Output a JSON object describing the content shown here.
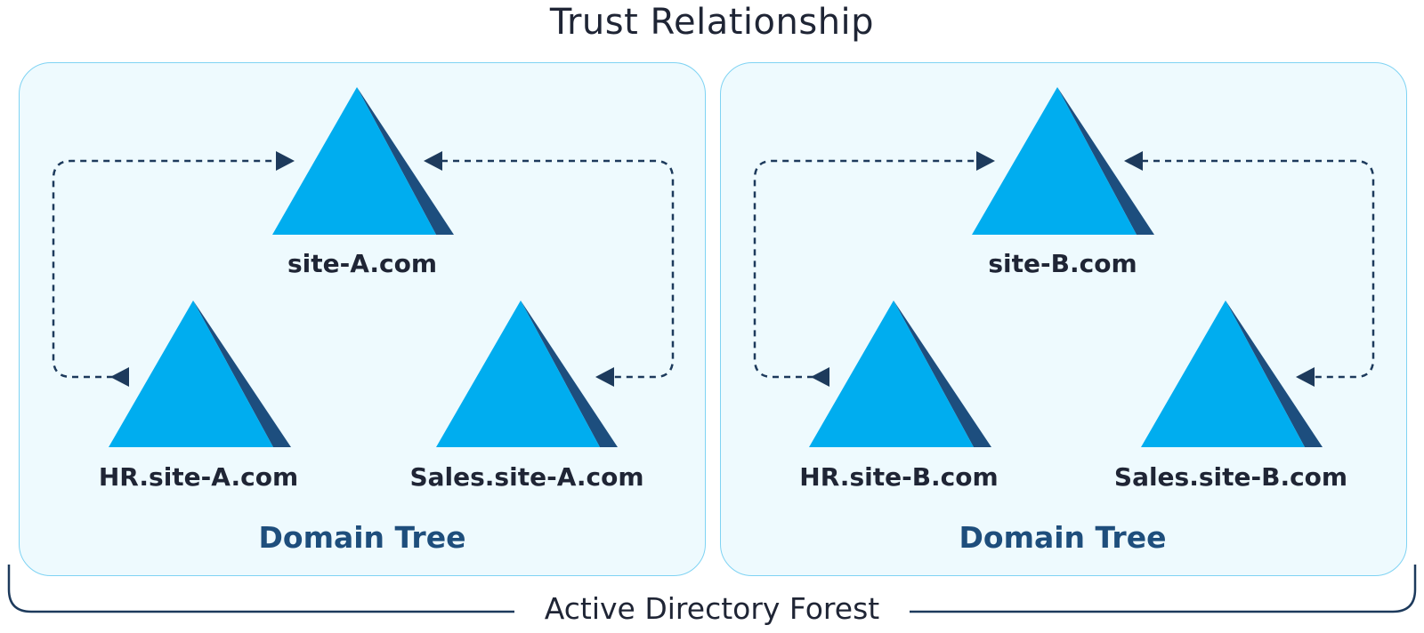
{
  "title": "Trust Relationship",
  "forest_label": "Active Directory Forest",
  "colors": {
    "panel_fill": "#eefafe",
    "panel_border": "#7fd3f3",
    "triangle": "#00adef",
    "triangle_shadow": "#1d4e7e",
    "arrow": "#1d3a5c",
    "tree_label": "#1e4e7c"
  },
  "trees": [
    {
      "label": "Domain Tree",
      "root": "site-A.com",
      "children": [
        "HR.site-A.com",
        "Sales.site-A.com"
      ]
    },
    {
      "label": "Domain Tree",
      "root": "site-B.com",
      "children": [
        "HR.site-B.com",
        "Sales.site-B.com"
      ]
    }
  ]
}
